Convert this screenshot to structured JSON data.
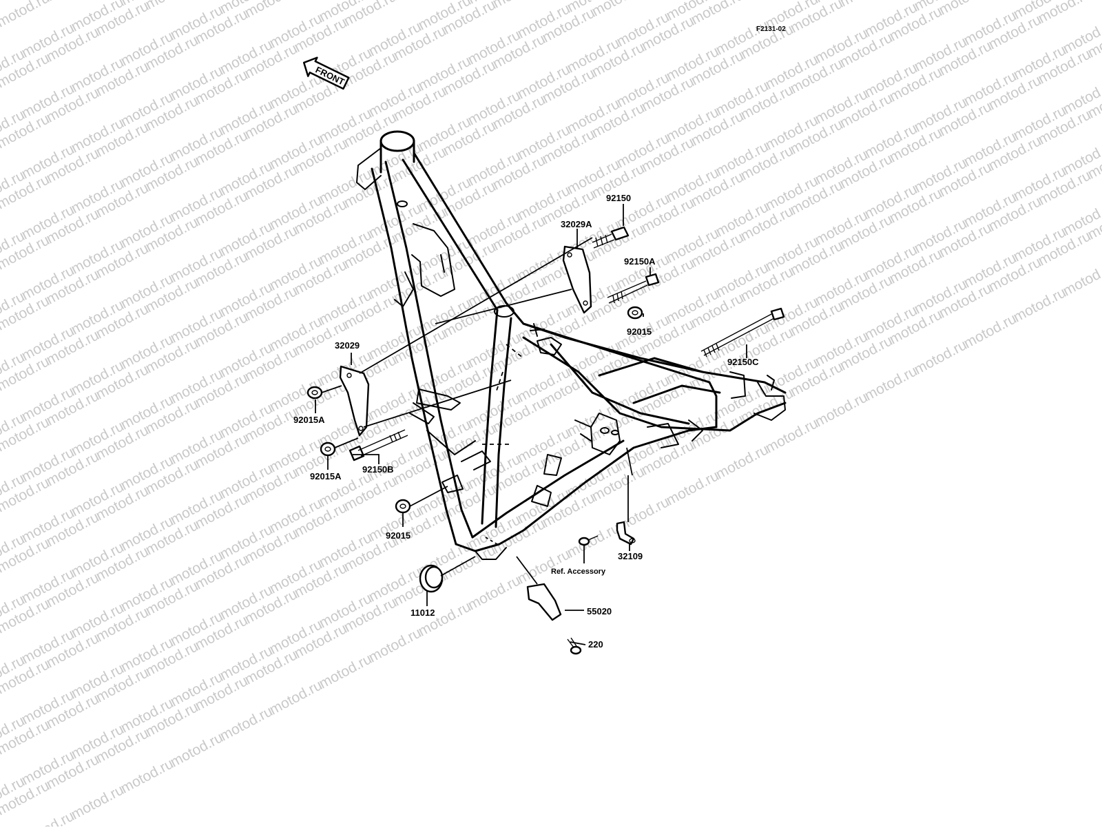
{
  "diagram": {
    "code": "F2131-02",
    "front_label": "FRONT",
    "watermark": "motod.ru",
    "ref_accessory": "Ref. Accessory"
  },
  "labels": {
    "p92150": "92150",
    "p32029A": "32029A",
    "p92150A": "92150A",
    "p92015_upper": "92015",
    "p92150C": "92150C",
    "p32029": "32029",
    "p92015A_upper": "92015A",
    "p92015A_lower": "92015A",
    "p92150B": "92150B",
    "p92015_lower": "92015",
    "p32109": "32109",
    "p11012": "11012",
    "p55020": "55020",
    "p220": "220"
  }
}
